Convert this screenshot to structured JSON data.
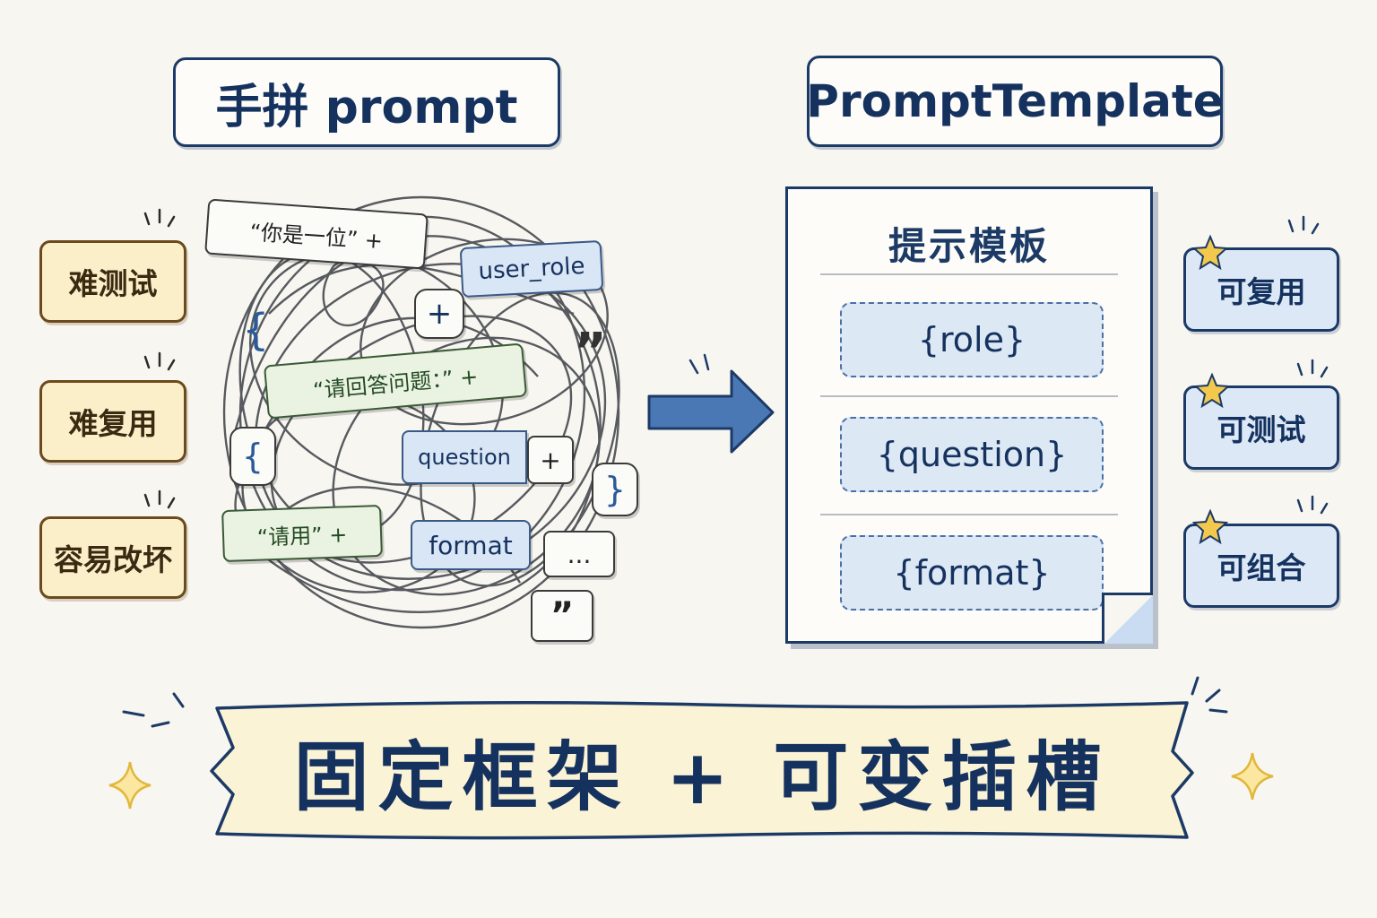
{
  "titles": {
    "left": "手拼 prompt",
    "right": "PromptTemplate"
  },
  "problems": [
    "难测试",
    "难复用",
    "容易改坏"
  ],
  "tangle_fragments": {
    "ni_shi": "“你是一位” +",
    "user_role": "user_role",
    "plus": "+",
    "qing_huida": "“请回答问题：” +",
    "question": "question",
    "question_plus": "+",
    "qing_yong": "“请用” +",
    "format": "format",
    "ellipsis": "...",
    "quote": "”",
    "brace_open_1": "{",
    "brace_open_2": "{",
    "brace_close": "}",
    "quote_float": "”"
  },
  "template_doc": {
    "title": "提示模板",
    "slots": [
      "{role}",
      "{question}",
      "{format}"
    ]
  },
  "benefits": [
    "可复用",
    "可测试",
    "可组合"
  ],
  "banner": "固定框架 + 可变插槽",
  "colors": {
    "navy": "#1c3a66",
    "problem_fill": "#fbefc9",
    "benefit_fill": "#dce8f6",
    "slot_fill": "#dde8f5",
    "banner_fill": "#fbf3d6",
    "star": "#f2c94c"
  },
  "icons": {
    "arrow": "right-arrow-icon",
    "star": "star-icon",
    "sparkle": "sparkle-icon"
  }
}
